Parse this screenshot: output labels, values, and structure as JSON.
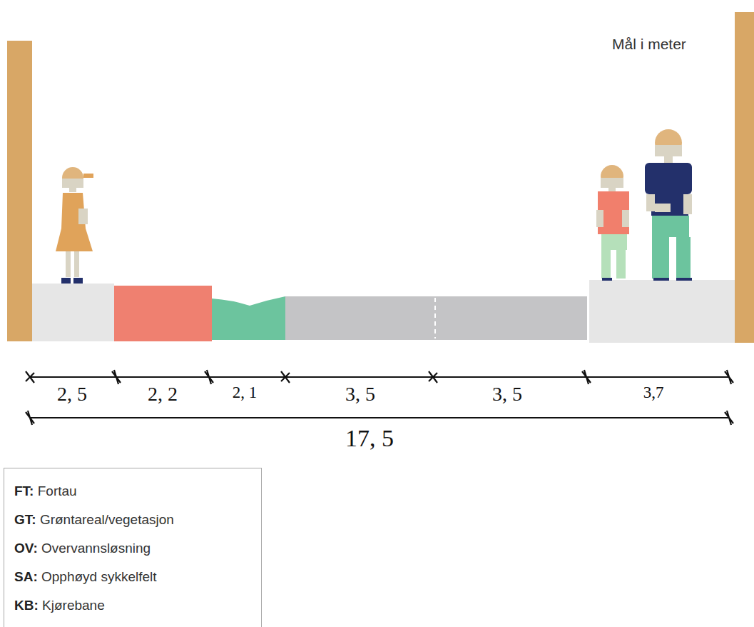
{
  "diagram": {
    "labels": [
      "Mål i meter",
      "2, 5",
      "2, 2",
      "2, 1",
      "3, 5",
      "3, 5",
      "3,7",
      "17, 5"
    ],
    "legend": [
      {
        "text": "FT: Fortau"
      },
      {
        "text": "GT: Grøntareal/vegetasjon"
      },
      {
        "text": "OV: Overvannsløsning"
      },
      {
        "text": "SA: Opphøyd sykkelfelt"
      },
      {
        "text": "KB: Kjørebane"
      }
    ]
  }
}
